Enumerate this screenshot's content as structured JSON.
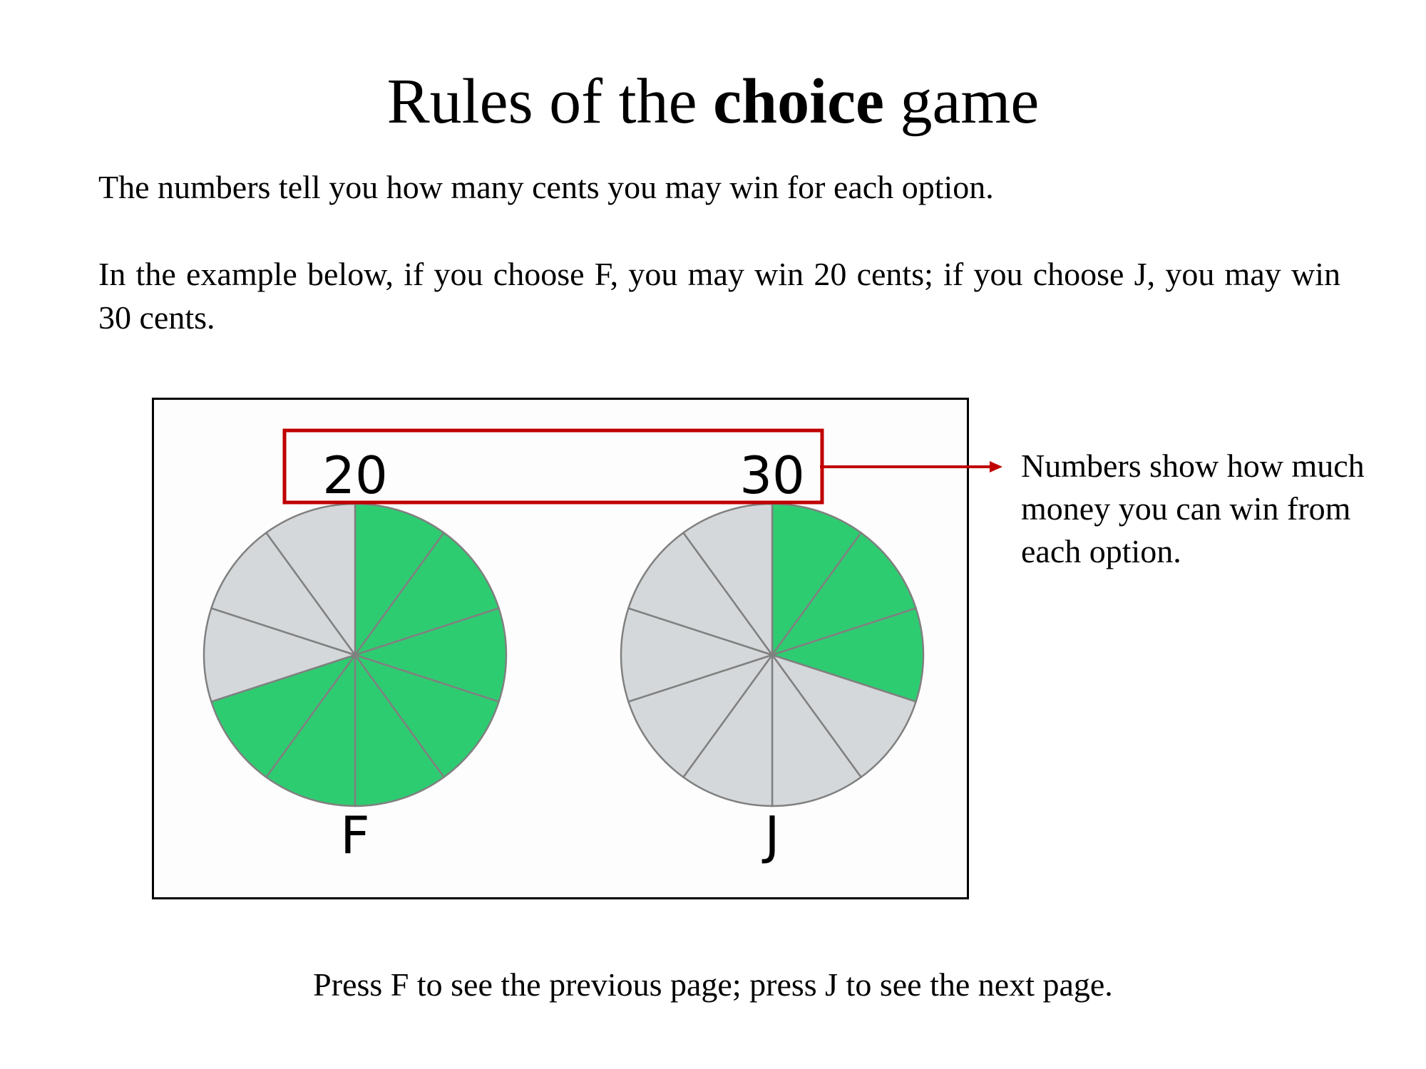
{
  "title": {
    "prefix": "Rules of the ",
    "bold": "choice",
    "suffix": " game"
  },
  "paragraphs": {
    "p1": "The numbers tell you how many cents you may win for each option.",
    "p2": "In the example below, if you choose F, you may win 20 cents; if you choose J, you may win 30 cents."
  },
  "example": {
    "options": [
      {
        "key": "F",
        "amount": "20",
        "total_slices": 10,
        "green_slices": 7
      },
      {
        "key": "J",
        "amount": "30",
        "total_slices": 10,
        "green_slices": 3
      }
    ],
    "colors": {
      "win": "#2ecc71",
      "lose": "#d5d8da",
      "slice_stroke": "#808080",
      "highlight": "#c00000"
    }
  },
  "callout": {
    "text": "Numbers show how much money you can win from each option."
  },
  "footer": {
    "instruction": "Press F to see the previous page; press J to see the next page."
  }
}
